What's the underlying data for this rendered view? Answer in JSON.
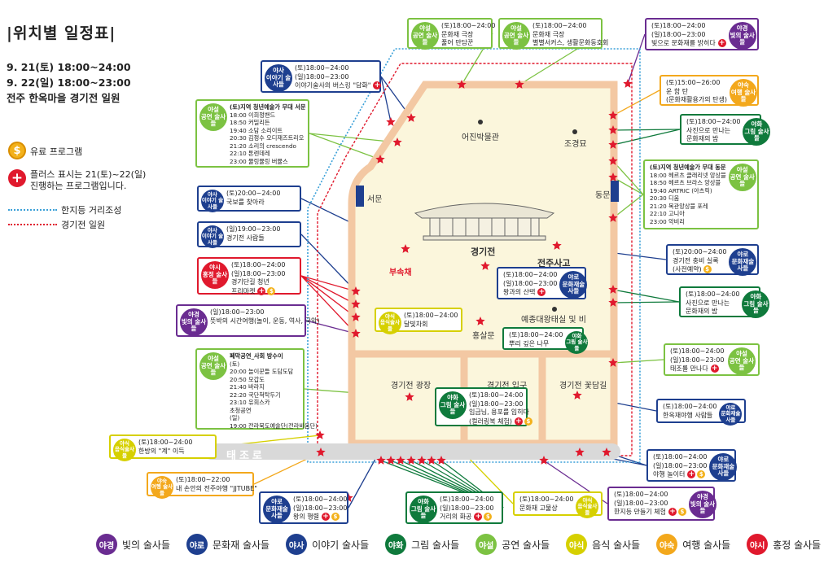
{
  "header": {
    "title": "|위치별 일정표|",
    "line1": "9. 21(토) 18:00~24:00",
    "line2": "9. 22(일) 18:00~23:00",
    "line3": "전주 한옥마을 경기전 일원"
  },
  "key": {
    "paid": "유료 프로그램",
    "plus_line1": "플러스 표시는 21(토)~22(일)",
    "plus_line2": "진행하는 프로그램입니다.",
    "blue_line": "한지등 거리조성",
    "red_line": "경기전 일원"
  },
  "colors": {
    "yagyeong": "#6a2c91",
    "yaro": "#1e3f8f",
    "yasa": "#1e3f8f",
    "yahwa": "#0f7a3c",
    "yaseol": "#7cc242",
    "yasik": "#d6d000",
    "yasuk": "#f3a81c",
    "yasi": "#e0192d",
    "wall": "#f3c8a3",
    "ground": "#fbf6dc"
  },
  "places": {
    "eojin": "어진박물관",
    "jogyeong": "조경묘",
    "seomun": "서문",
    "dongmun": "동문",
    "busokche": "부속채",
    "gyeonggijeon": "경기전",
    "jeonjusago": "전주사고",
    "hongsalmun": "홍살문",
    "yejong": "예종대왕태실 및 비",
    "gwangjang": "경기전 광장",
    "ipgu": "경기전 입구",
    "kkotdam": "경기전 꽃담길",
    "taejoro": "태조로"
  },
  "boxes": [
    {
      "id": "b1",
      "badge": [
        "야설",
        "공연 술사들"
      ],
      "cat": "yaseol",
      "lines": [
        "(토)18:00~24:00",
        "문화재 극장",
        "풀어 만담꾼"
      ]
    },
    {
      "id": "b2",
      "badge": [
        "야설",
        "공연 술사들"
      ],
      "cat": "yaseol",
      "lines": [
        "(토)18:00~24:00",
        "문화재 극장",
        "별별서커스, 생활문화동호회"
      ]
    },
    {
      "id": "b3",
      "badge": [
        "야경",
        "빛의 술사들"
      ],
      "cat": "yagyeong",
      "lines": [
        "(토)18:00~24:00",
        "(일)18:00~23:00",
        "빛으로 문화재를 밝히다"
      ],
      "plus": true
    },
    {
      "id": "b4",
      "badge": [
        "야사",
        "이야기 술사들"
      ],
      "cat": "yasa",
      "lines": [
        "(토)18:00~24:00",
        "(일)18:00~23:00",
        "이야기술사의 버스킹 \"담화\""
      ],
      "plus": true
    },
    {
      "id": "b5",
      "badge": [
        "야숙",
        "여행 술사들"
      ],
      "cat": "yasuk",
      "lines": [
        "(토)15:00~26:00",
        "운 함 탄",
        "(문화재활용가의 탄생)"
      ]
    },
    {
      "id": "b6",
      "badge": [
        "야설",
        "공연 술사들"
      ],
      "cat": "yaseol",
      "lines": [
        "(토)지역 청년예술가 무대 서문",
        "18:00 이희정밴드",
        "18:50 커밀리든",
        "19:40 소담 소리이트",
        "20:30 김정수 오디재즈트리오",
        "21:20 소리의 crescendo",
        "22:10 톤렌데레",
        "23:00 뮬링뮬링 버뮬스"
      ]
    },
    {
      "id": "b7",
      "badge": [
        "야화",
        "그림 술사들"
      ],
      "cat": "yahwa",
      "lines": [
        "(토)18:00~24:00",
        "사진으로 만나는",
        "문화재의 밤"
      ]
    },
    {
      "id": "b8",
      "badge": [
        "야설",
        "공연 술사들"
      ],
      "cat": "yaseol",
      "lines": [
        "(토)지역 청년예술가 무대 동문",
        "18:00 헤르츠 클래리넷 앙상블",
        "18:50 헤르츠 브라스 앙상블",
        "19:40 ARTRIC (아츠릭)",
        "20:30 디움",
        "21:20 목관앙상블 포레",
        "22:10 고니아",
        "23:00 악비리"
      ]
    },
    {
      "id": "b9",
      "badge": [
        "야사",
        "이야기 술사들"
      ],
      "cat": "yasa",
      "lines": [
        "(토)20:00~24:00",
        "국보를 찾아라"
      ]
    },
    {
      "id": "b10",
      "badge": [
        "야사",
        "이야기 술사들"
      ],
      "cat": "yasa",
      "lines": [
        "(일)19:00~23:00",
        "경기전 사람들"
      ]
    },
    {
      "id": "b11",
      "badge": [
        "야시",
        "홍정 술사들"
      ],
      "cat": "yasi",
      "lines": [
        "(토)18:00~24:00",
        "(일)18:00~23:00",
        "경기단길 청년",
        "프리마켓"
      ],
      "plus": true,
      "coin": true
    },
    {
      "id": "b12",
      "badge": [
        "야로",
        "문화재술사들"
      ],
      "cat": "yaro",
      "lines": [
        "(토)20:00~24:00",
        "경기전 충비 실록",
        "(사전예약)"
      ],
      "coin": true
    },
    {
      "id": "b13",
      "badge": [
        "야로",
        "문화재술사들"
      ],
      "cat": "yaro",
      "lines": [
        "(토)18:00~24:00",
        "(일)18:00~23:00",
        "왕과의 산택"
      ],
      "plus": true
    },
    {
      "id": "b14",
      "badge": [
        "야화",
        "그림 술사들"
      ],
      "cat": "yahwa",
      "lines": [
        "(토)18:00~24:00",
        "사진으로 만나는",
        "문화재의 밤"
      ]
    },
    {
      "id": "b15",
      "badge": [
        "야경",
        "빛의 술사들"
      ],
      "cat": "yagyeong",
      "lines": [
        "(일)18:00~23:00",
        "뜻박의 시간여행(놀이, 운동, 역사, 국악)"
      ]
    },
    {
      "id": "b16",
      "badge": [
        "야식",
        "음식술사들"
      ],
      "cat": "yasik",
      "lines": [
        "(토)18:00~24:00",
        "달빛차회"
      ]
    },
    {
      "id": "b17",
      "badge": [
        "야화",
        "그림 술사들"
      ],
      "cat": "yahwa",
      "lines": [
        "(토)18:00~24:00",
        "뿌리 깊은 나무"
      ]
    },
    {
      "id": "b18",
      "badge": [
        "야설",
        "공연 술사들"
      ],
      "cat": "yaseol",
      "lines": [
        "(토)18:00~24:00",
        "(일)18:00~23:00",
        "태조를 만나다"
      ],
      "plus": true
    },
    {
      "id": "b19",
      "badge": [
        "야설",
        "공연 술사들"
      ],
      "cat": "yaseol",
      "lines": [
        "폐막공연_사회 방수이",
        "(토)",
        "20:00 놀이꾼들 도담도담",
        "20:50 모갑도",
        "21:40 바라지",
        "22:20 국단척탁두기",
        "23:10 유회스카",
        "초청공연",
        "(일)",
        "19:00 전라북도예술단(전라비움단)"
      ]
    },
    {
      "id": "b20",
      "badge": [
        "야화",
        "그림 술사들"
      ],
      "cat": "yahwa",
      "lines": [
        "(토)18:00~24:00",
        "(일)18:00~23:00",
        "임금님, 용포를 입히다",
        "(컬러링북 체험)"
      ],
      "plus": true,
      "coin": true
    },
    {
      "id": "b21",
      "badge": [
        "야로",
        "문화재술사들"
      ],
      "cat": "yaro",
      "lines": [
        "(토)18:00~24:00",
        "한옥재야행 사람들"
      ]
    },
    {
      "id": "b22",
      "badge": [
        "야식",
        "음식술사들"
      ],
      "cat": "yasik",
      "lines": [
        "(토)18:00~24:00",
        "한방의 \"계\" 이득"
      ]
    },
    {
      "id": "b23",
      "badge": [
        "야로",
        "문화재술사들"
      ],
      "cat": "yaro",
      "lines": [
        "(토)18:00~24:00",
        "(일)18:00~23:00",
        "야행 놀이터"
      ],
      "plus": true,
      "coin": true
    },
    {
      "id": "b24",
      "badge": [
        "야숙",
        "여행 술사들"
      ],
      "cat": "yasuk",
      "lines": [
        "(토)18:00~22:00",
        "내 손안의 전주야행 \"JJTUBE\""
      ]
    },
    {
      "id": "b25",
      "badge": [
        "야로",
        "문화재술사들"
      ],
      "cat": "yaro",
      "lines": [
        "(토)18:00~24:00",
        "(일)18:00~23:00",
        "왕의 행렬"
      ],
      "plus": true,
      "coin": true
    },
    {
      "id": "b26",
      "badge": [
        "야화",
        "그림 술사들"
      ],
      "cat": "yahwa",
      "lines": [
        "(토)18:00~24:00",
        "(일)18:00~23:00",
        "거리의 화공"
      ],
      "plus": true,
      "coin": true
    },
    {
      "id": "b27",
      "badge": [
        "야식",
        "음식술사들"
      ],
      "cat": "yasik",
      "lines": [
        "(토)18:00~24:00",
        "문화재 고물상"
      ]
    },
    {
      "id": "b28",
      "badge": [
        "야경",
        "빛의 술사들"
      ],
      "cat": "yagyeong",
      "lines": [
        "(토)18:00~24:00",
        "(일)18:00~23:00",
        "한지등 만들기 체험"
      ],
      "plus": true,
      "coin": true
    }
  ],
  "legend": [
    {
      "short": "야경",
      "label": "빛의 술사들",
      "cat": "yagyeong"
    },
    {
      "short": "야로",
      "label": "문화재 술사들",
      "cat": "yaro"
    },
    {
      "short": "야사",
      "label": "이야기 술사들",
      "cat": "yasa"
    },
    {
      "short": "야화",
      "label": "그림 술사들",
      "cat": "yahwa"
    },
    {
      "short": "야설",
      "label": "공연 술사들",
      "cat": "yaseol"
    },
    {
      "short": "야식",
      "label": "음식 술사들",
      "cat": "yasik"
    },
    {
      "short": "야숙",
      "label": "여행 술사들",
      "cat": "yasuk"
    },
    {
      "short": "야시",
      "label": "홍정 술사들",
      "cat": "yasi"
    }
  ]
}
